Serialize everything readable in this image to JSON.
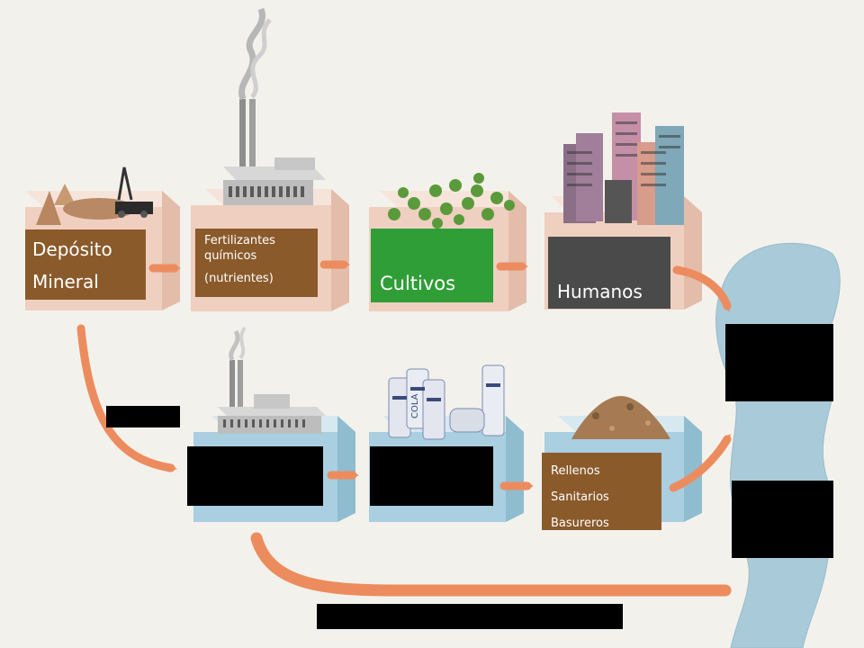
{
  "colors": {
    "background": "#f3f1ec",
    "brown_label": "#8a5a2b",
    "green_label": "#2f9e37",
    "dark_label": "#4a4a4a",
    "arrow": "#ec8c5e",
    "water": "#a9cad8",
    "box_top_row": "#f0d2c4",
    "box_bottom_row": "#a9cfe0",
    "redaction": "#000000"
  },
  "top_row": {
    "mineral_deposit": {
      "line1": "Depósito",
      "line2": "Mineral"
    },
    "fertilizers": {
      "line1": "Fertilizantes",
      "line2": "químicos",
      "line3": "(nutrientes)"
    },
    "crops": {
      "label": "Cultivos"
    },
    "humans": {
      "label": "Humanos"
    }
  },
  "bottom_row": {
    "landfills": {
      "line1": "Rellenos",
      "line2": "Sanitarios",
      "line3": "Basureros"
    },
    "can_text": "COLA"
  },
  "icons": [
    "mine-icon",
    "factory-icon",
    "palm-icon",
    "building-icon",
    "cola-can-icon",
    "garbage-pile-icon"
  ]
}
